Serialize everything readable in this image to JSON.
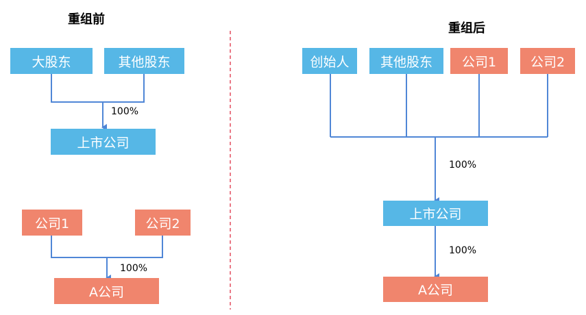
{
  "colors": {
    "shareholder_box": "#56b7e6",
    "company_box": "#f0856d",
    "connector": "#4f86d6",
    "divider": "#e44b5e"
  },
  "before": {
    "title": "重组前",
    "major_shareholder": "大股东",
    "other_shareholders": "其他股东",
    "listed_company": "上市公司",
    "company1": "公司1",
    "company2": "公司2",
    "company_a": "A公司",
    "pct_to_listed": "100%",
    "pct_to_a": "100%"
  },
  "after": {
    "title": "重组后",
    "founder": "创始人",
    "other_shareholders": "其他股东",
    "company1": "公司1",
    "company2": "公司2",
    "listed_company": "上市公司",
    "company_a": "A公司",
    "pct_to_listed": "100%",
    "pct_to_a": "100%"
  }
}
